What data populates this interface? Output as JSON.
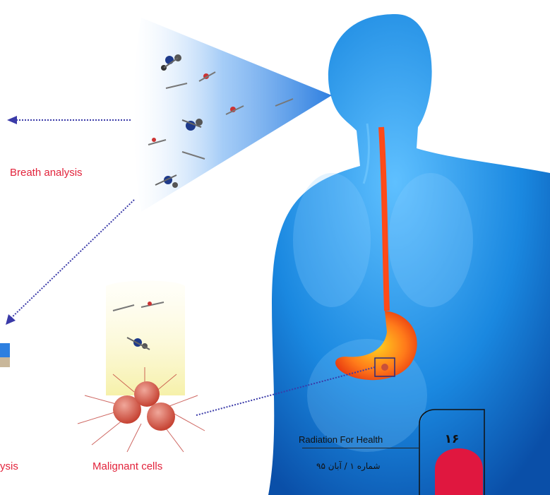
{
  "labels": {
    "breath": "Breath analysis",
    "analysis_partial": "ysis",
    "malignant": "Malignant cells"
  },
  "footer": {
    "journal": "Radiation For Health",
    "issue": "شماره ۱ / آبان ۹۵",
    "page_number": "۱۶"
  },
  "colors": {
    "body_blue": "#1c8fe0",
    "cone_blue": "#3f8fe0",
    "label_red": "#e2233b",
    "stomach_orange": "#ff5a1a",
    "arrow_purple": "#3a3aa8",
    "footer_red": "#e0173f"
  },
  "icons": [
    "molecule-icon",
    "tumor-cell-icon",
    "human-body-figure"
  ]
}
